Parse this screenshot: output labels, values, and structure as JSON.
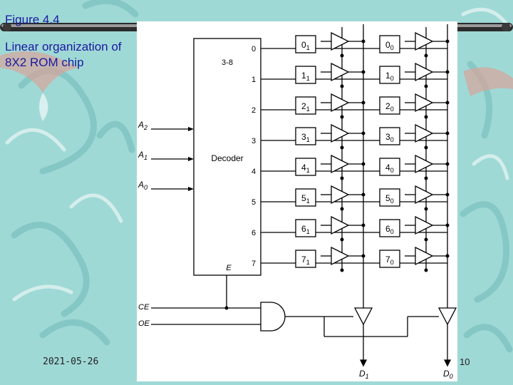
{
  "slide": {
    "title": "Figure 4.4",
    "subtitle": "Linear organization of\n8X2 ROM chip",
    "date": "2021-05-26",
    "page": "10"
  },
  "diagram": {
    "decoder_type": "3-8",
    "decoder_name": "Decoder",
    "enable_label": "E",
    "address_inputs": [
      "A2",
      "A1",
      "A0"
    ],
    "decoder_outputs": [
      "0",
      "1",
      "2",
      "3",
      "4",
      "5",
      "6",
      "7"
    ],
    "cells_bit1": [
      "01",
      "11",
      "21",
      "31",
      "41",
      "51",
      "61",
      "71"
    ],
    "cells_bit0": [
      "00",
      "10",
      "20",
      "30",
      "40",
      "50",
      "60",
      "70"
    ],
    "control_inputs": [
      "CE",
      "OE"
    ],
    "data_outputs": [
      "D1",
      "D0"
    ]
  }
}
